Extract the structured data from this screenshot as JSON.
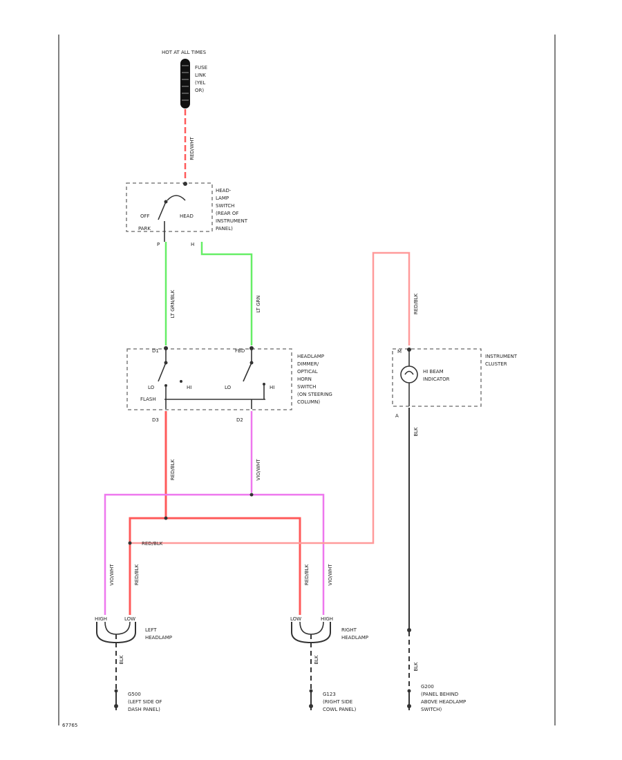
{
  "colors": {
    "red_wire": "#ff5a5a",
    "light_red_wire": "#ff9a9a",
    "green_wire": "#66ee66",
    "violet_wire": "#ee77ee",
    "black_wire": "#333333",
    "dashed_box": "#666666"
  },
  "power": {
    "hot_label": "HOT AT ALL TIMES",
    "fuse_link_lines": [
      "FUSE",
      "LINK",
      "(YEL",
      "OR)"
    ]
  },
  "wire_labels": {
    "fuse_to_switch": "RED/WHT",
    "switch_p_out": "LT GRN/BLK",
    "switch_h_out": "LT GRN",
    "dimmer_lo_out": "RED/BLK",
    "dimmer_hi_out": "VIO/WHT",
    "bus_label": "RED/BLK",
    "left_vio": "VIO/WHT",
    "left_red": "RED/BLK",
    "right_red": "RED/BLK",
    "right_vio": "VIO/WHT",
    "left_ground": "BLK",
    "right_ground": "BLK",
    "indicator_in": "RED/BLK",
    "indicator_out": "BLK",
    "indicator_ground": "BLK"
  },
  "headlamp_switch": {
    "label_lines": [
      "HEAD-",
      "LAMP",
      "SWITCH",
      "(REAR OF",
      "INSTRUMENT",
      "PANEL)"
    ],
    "pos_off": "OFF",
    "pos_park": "PARK",
    "pos_head": "HEAD",
    "terminal_p": "P",
    "terminal_h": "H"
  },
  "dimmer_switch": {
    "label_lines": [
      "HEADLAMP",
      "DIMMER/",
      "OPTICAL",
      "HORN",
      "SWITCH",
      "(ON STEERING",
      "COLUMN)"
    ],
    "term_left_top": "D1",
    "term_right_top": "FBD",
    "lo_left": "LO",
    "hi_left": "HI",
    "lo_right": "LO",
    "hi_right": "HI",
    "flash": "FLASH",
    "term_left_bottom": "D3",
    "term_right_bottom": "D2"
  },
  "instrument_cluster": {
    "label_lines": [
      "INSTRUMENT",
      "CLUSTER"
    ],
    "indicator_lines": [
      "HI BEAM",
      "INDICATOR"
    ],
    "term_top": "M",
    "term_bottom": "A"
  },
  "left_headlamp": {
    "label_lines": [
      "LEFT",
      "HEADLAMP"
    ],
    "pin_a": "HIGH",
    "pin_b": "LOW"
  },
  "right_headlamp": {
    "label_lines": [
      "RIGHT",
      "HEADLAMP"
    ],
    "pin_a": "LOW",
    "pin_b": "HIGH"
  },
  "grounds": {
    "left": [
      "G500",
      "(LEFT SIDE OF",
      "DASH PANEL)"
    ],
    "middle": [
      "G123",
      "(RIGHT SIDE",
      "COWL PANEL)"
    ],
    "right": [
      "G200",
      "(PANEL BEHIND",
      "ABOVE HEADLAMP",
      "SWITCH)"
    ]
  },
  "footer_code": "67765"
}
